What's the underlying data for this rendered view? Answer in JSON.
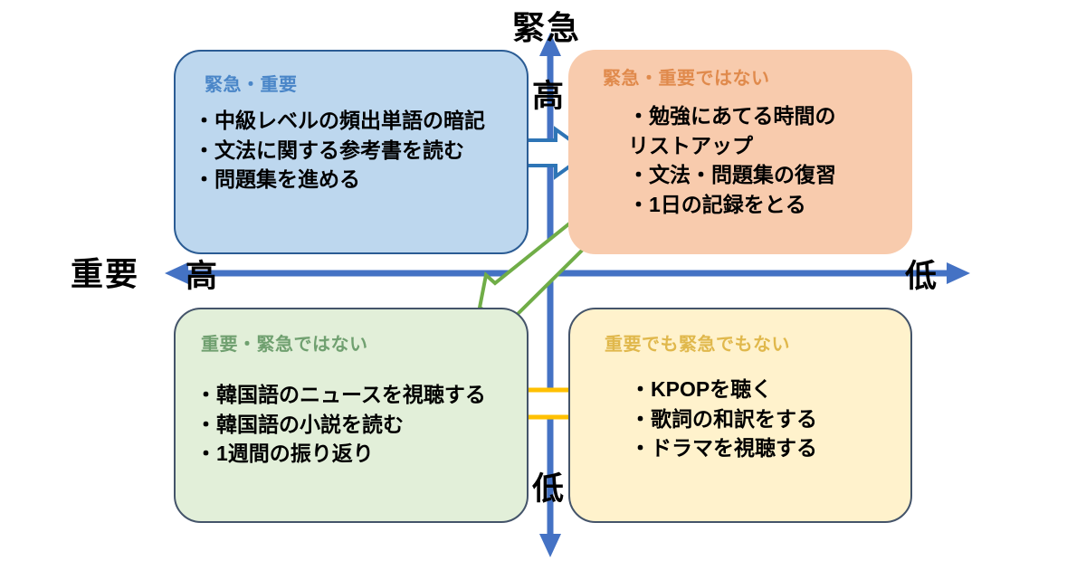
{
  "diagram": {
    "type": "eisenhower-matrix",
    "axes": {
      "vertical": {
        "name": "緊急",
        "high_label": "高",
        "low_label": "低",
        "color": "#4472C4"
      },
      "horizontal": {
        "name": "重要",
        "high_label": "高",
        "low_label": "低",
        "color": "#4472C4"
      }
    },
    "quadrants": [
      {
        "id": "urgent-important",
        "title": "緊急・重要",
        "fill": "#BDD7EE",
        "title_color": "#4A86C8",
        "items": [
          "・中級レベルの頻出単語の暗記",
          "・文法に関する参考書を読む",
          "・問題集を進める"
        ]
      },
      {
        "id": "urgent-not-important",
        "title": "緊急・重要ではない",
        "fill": "#F8CBAD",
        "title_color": "#E08A4C",
        "items": [
          "・勉強にあてる時間の",
          "リストアップ",
          "・文法・問題集の復習",
          "・1日の記録をとる"
        ]
      },
      {
        "id": "important-not-urgent",
        "title": "重要・緊急ではない",
        "fill": "#E2EFD9",
        "title_color": "#70A070",
        "items": [
          "・韓国語のニュースを視聴する",
          "・韓国語の小説を読む",
          "・1週間の振り返り"
        ]
      },
      {
        "id": "neither",
        "title": "重要でも緊急でもない",
        "fill": "#FFF2CC",
        "title_color": "#E0B84C",
        "items": [
          "・KPOPを聴く",
          "・歌詞の和訳をする",
          "・ドラマを視聴する"
        ]
      }
    ],
    "arrows": [
      {
        "id": "blue-arrow",
        "color": "#2E75B6",
        "direction": "right",
        "from": "urgent-important",
        "to": "urgent-not-important"
      },
      {
        "id": "green-arrow",
        "color": "#70AD47",
        "direction": "down-left",
        "from": "urgent-not-important",
        "to": "important-not-urgent"
      },
      {
        "id": "yellow-arrow",
        "color": "#FFC000",
        "direction": "right",
        "from": "important-not-urgent",
        "to": "neither"
      }
    ]
  }
}
